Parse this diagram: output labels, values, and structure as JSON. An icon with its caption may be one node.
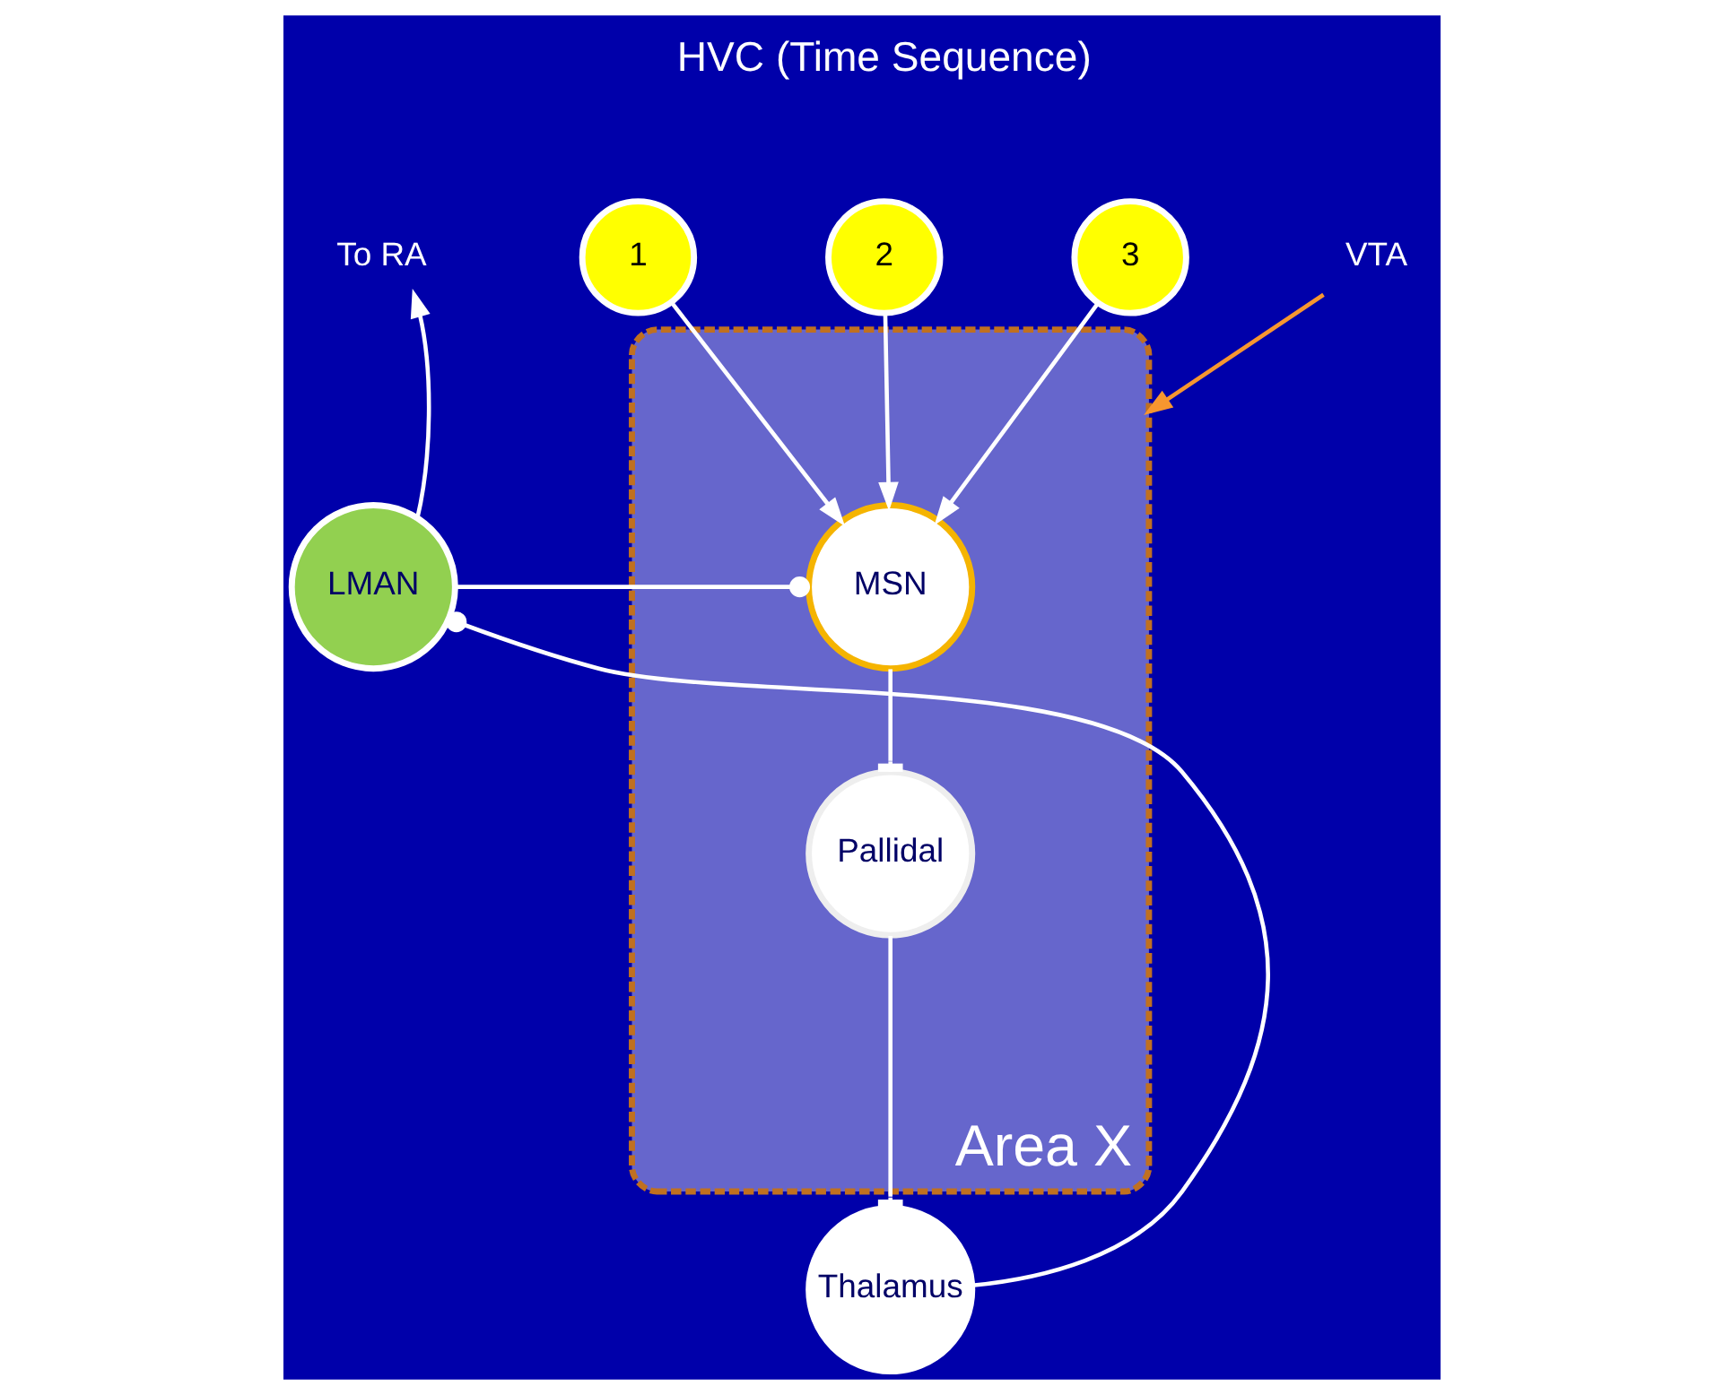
{
  "diagram": {
    "nodes": [
      {
        "text": [
          "Area X"
        ]
      },
      {
        "text": [
          "1"
        ]
      },
      {
        "text": [
          "2"
        ]
      },
      {
        "text": [
          "3"
        ]
      },
      {
        "text": [
          "LMAN"
        ]
      },
      {
        "text": [
          "MSN"
        ],
        "in": 0
      },
      {
        "text": [
          "Pallidal"
        ],
        "in": 0
      },
      {
        "text": [
          "Thalamus"
        ]
      },
      {
        "text": [
          "To RA"
        ]
      },
      {
        "text": [
          "VTA"
        ]
      }
    ],
    "edges": [
      {
        "from": 1,
        "to": 5,
        "arrow": "to"
      },
      {
        "from": 2,
        "to": 5,
        "arrow": "to"
      },
      {
        "from": 3,
        "to": 5,
        "arrow": "to"
      },
      {
        "from": 4,
        "to": 5,
        "arrow": "other"
      },
      {
        "from": 4,
        "to": 8,
        "arrow": "to"
      },
      {
        "from": 5,
        "to": 6,
        "arrow": "other"
      },
      {
        "from": 6,
        "to": 7,
        "arrow": "other"
      },
      {
        "from": 7,
        "to": 4,
        "arrow": "other"
      },
      {
        "from": 9,
        "to": 0,
        "arrow": "to",
        "color": "#f7962f"
      }
    ],
    "labels": [
      "HVC (Time Sequence)"
    ]
  }
}
